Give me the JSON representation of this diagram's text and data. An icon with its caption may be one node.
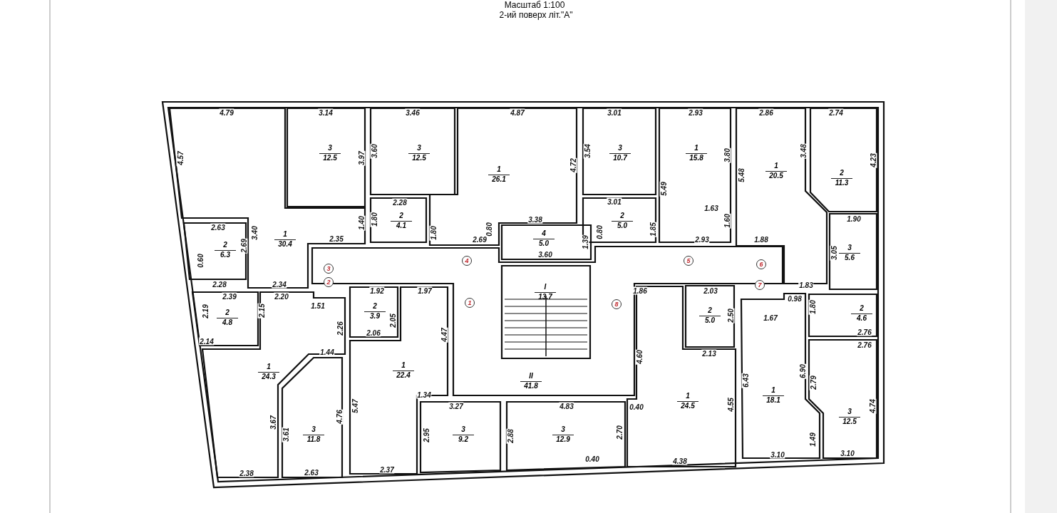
{
  "diagram": {
    "title": "2-ий поверх літ.\"А\"",
    "nodes": [
      {
        "text": [
          "3",
          "12.5"
        ]
      },
      {
        "text": [
          "3",
          "12.5"
        ]
      },
      {
        "text": [
          "3",
          "10.7"
        ]
      },
      {
        "text": [
          "1",
          "15.8"
        ]
      },
      {
        "text": [
          "2",
          "11.3"
        ]
      },
      {
        "text": [
          "1",
          "20.5"
        ]
      },
      {
        "text": [
          "1",
          "26.1"
        ]
      },
      {
        "text": [
          "2",
          "4.1"
        ]
      },
      {
        "text": [
          "2",
          "5.0"
        ]
      },
      {
        "text": [
          "1",
          "30.4"
        ]
      },
      {
        "text": [
          "4",
          "5.0"
        ]
      },
      {
        "text": [
          "2",
          "6.3"
        ]
      },
      {
        "text": [
          "3",
          "5.6"
        ]
      },
      {
        "text": [
          "4"
        ]
      },
      {
        "text": [
          "5"
        ]
      },
      {
        "text": [
          "6"
        ]
      },
      {
        "text": [
          "3"
        ]
      },
      {
        "text": [
          "2"
        ]
      },
      {
        "text": [
          "7"
        ]
      },
      {
        "text": [
          "I",
          "13.7"
        ]
      },
      {
        "text": [
          "1"
        ]
      },
      {
        "text": [
          "8"
        ]
      },
      {
        "text": [
          "2",
          "3.9"
        ]
      },
      {
        "text": [
          "2",
          "4.6"
        ]
      },
      {
        "text": [
          "2",
          "5.0"
        ]
      },
      {
        "text": [
          "2",
          "4.8"
        ]
      },
      {
        "text": [
          "1",
          "22.4"
        ]
      },
      {
        "text": [
          "1",
          "24.3"
        ]
      },
      {
        "text": [
          "II",
          "41.8"
        ]
      },
      {
        "text": [
          "1",
          "18.1"
        ]
      },
      {
        "text": [
          "1",
          "24.5"
        ]
      },
      {
        "text": [
          "3",
          "12.5"
        ]
      },
      {
        "text": [
          "3",
          "11.8"
        ]
      },
      {
        "text": [
          "3",
          "9.2"
        ]
      },
      {
        "text": [
          "3",
          "12.9"
        ]
      }
    ],
    "labels": [
      "Масштаб 1:100",
      "4.79",
      "3.14",
      "3.46",
      "4.87",
      "3.01",
      "2.93",
      "2.86",
      "2.74",
      "4.57",
      "3.97",
      "3.60",
      "4.72",
      "3.54",
      "3.80",
      "5.48",
      "3.48",
      "4.23",
      "5.49",
      "2.28",
      "3.01",
      "1.63",
      "1.40",
      "1.80",
      "3.38",
      "1.60",
      "1.90",
      "2.63",
      "3.40",
      "1.80",
      "0.80",
      "0.80",
      "1.85",
      "2.69",
      "2.35",
      "2.69",
      "1.39",
      "2.93",
      "1.88",
      "3.05",
      "3.60",
      "0.60",
      "2.28",
      "2.34",
      "1.83",
      "1.92",
      "1.97",
      "1.86",
      "2.03",
      "2.39",
      "2.20",
      "0.98",
      "2.19",
      "2.15",
      "1.51",
      "2.05",
      "2.50",
      "1.67",
      "1.80",
      "2.26",
      "2.06",
      "4.47",
      "2.76",
      "2.14",
      "2.76",
      "1.44",
      "2.13",
      "4.60",
      "6.90",
      "6.43",
      "2.79",
      "1.34",
      "4.55",
      "3.27",
      "4.83",
      "0.40",
      "5.47",
      "4.74",
      "3.67",
      "4.76",
      "3.61",
      "2.95",
      "2.88",
      "2.70",
      "1.49",
      "3.10",
      "3.10",
      "0.40",
      "4.38",
      "2.38",
      "2.63",
      "2.37"
    ]
  }
}
